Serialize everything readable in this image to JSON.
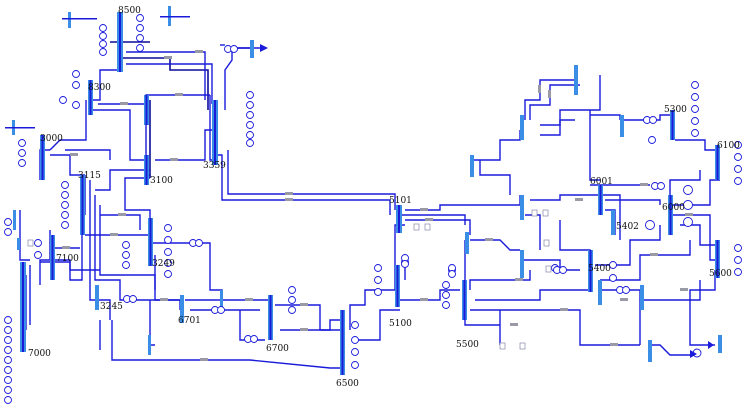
{
  "diagram": {
    "buses": [
      {
        "id": "b8500",
        "label": "8500"
      },
      {
        "id": "b8300",
        "label": "8300"
      },
      {
        "id": "b3000",
        "label": "3000"
      },
      {
        "id": "b3115",
        "label": "3115"
      },
      {
        "id": "b3100",
        "label": "3100"
      },
      {
        "id": "b3359",
        "label": "3359"
      },
      {
        "id": "b3249",
        "label": "3249"
      },
      {
        "id": "b3245",
        "label": "3245"
      },
      {
        "id": "b7100",
        "label": "7100"
      },
      {
        "id": "b7000",
        "label": "7000"
      },
      {
        "id": "b6701",
        "label": "6701"
      },
      {
        "id": "b6700",
        "label": "6700"
      },
      {
        "id": "b6500",
        "label": "6500"
      },
      {
        "id": "b5101",
        "label": "5101"
      },
      {
        "id": "b5100",
        "label": "5100"
      },
      {
        "id": "b5500",
        "label": "5500"
      },
      {
        "id": "b5400",
        "label": "5400"
      },
      {
        "id": "b5402",
        "label": "5402"
      },
      {
        "id": "b6001",
        "label": "6001"
      },
      {
        "id": "b6000",
        "label": "6000"
      },
      {
        "id": "b5300",
        "label": "5300"
      },
      {
        "id": "b6100",
        "label": "6100"
      },
      {
        "id": "b5600",
        "label": "5600"
      }
    ],
    "colors": {
      "line": "#1a1adb",
      "bus": "#3a8ee6",
      "breaker": "#9a9aa6",
      "background": "#ffffff"
    },
    "icons": [
      "generator-icon",
      "transformer-icon",
      "breaker-icon",
      "load-icon",
      "arrow-icon"
    ]
  }
}
